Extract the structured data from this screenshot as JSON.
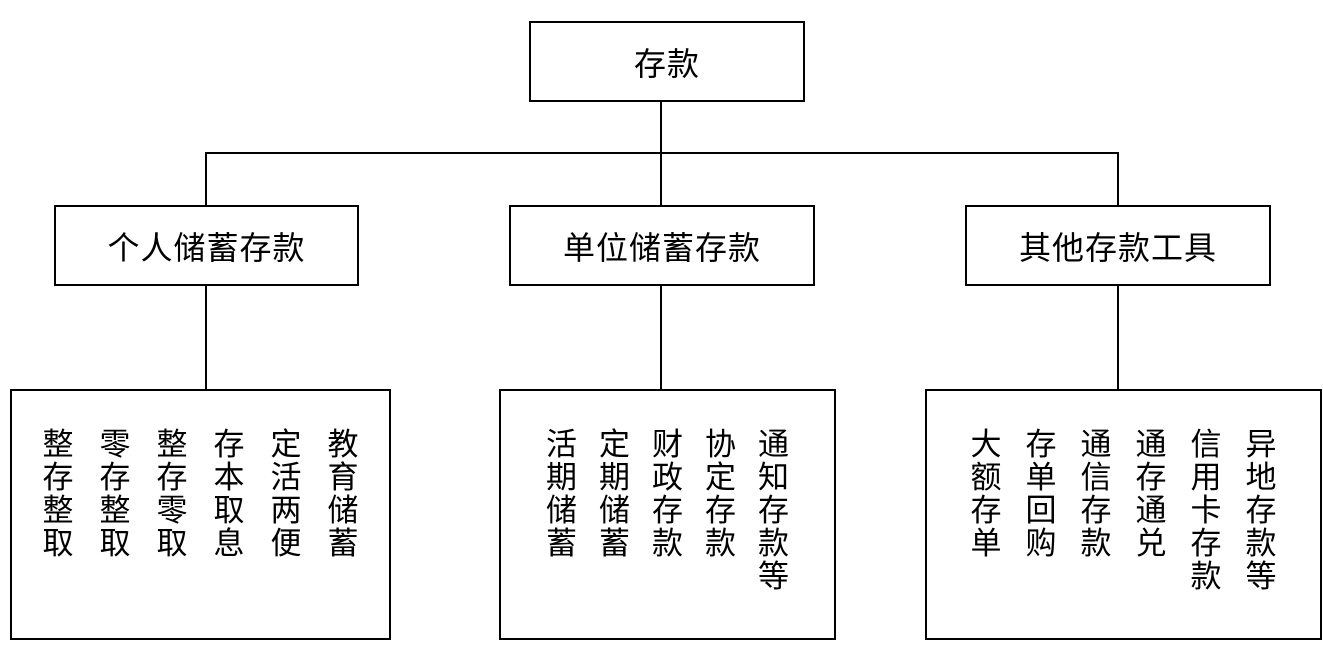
{
  "root": {
    "label": "存款"
  },
  "branches": [
    {
      "label": "个人储蓄存款",
      "items": [
        "整存整取",
        "零存整取",
        "整存零取",
        "存本取息",
        "定活两便",
        "教育储蓄"
      ]
    },
    {
      "label": "单位储蓄存款",
      "items": [
        "活期储蓄",
        "定期储蓄",
        "财政存款",
        "协定存款",
        "通知存款等"
      ]
    },
    {
      "label": "其他存款工具",
      "items": [
        "大额存单",
        "存单回购",
        "通信存款",
        "通存通兑",
        "信用卡存款",
        "异地存款等"
      ]
    }
  ]
}
